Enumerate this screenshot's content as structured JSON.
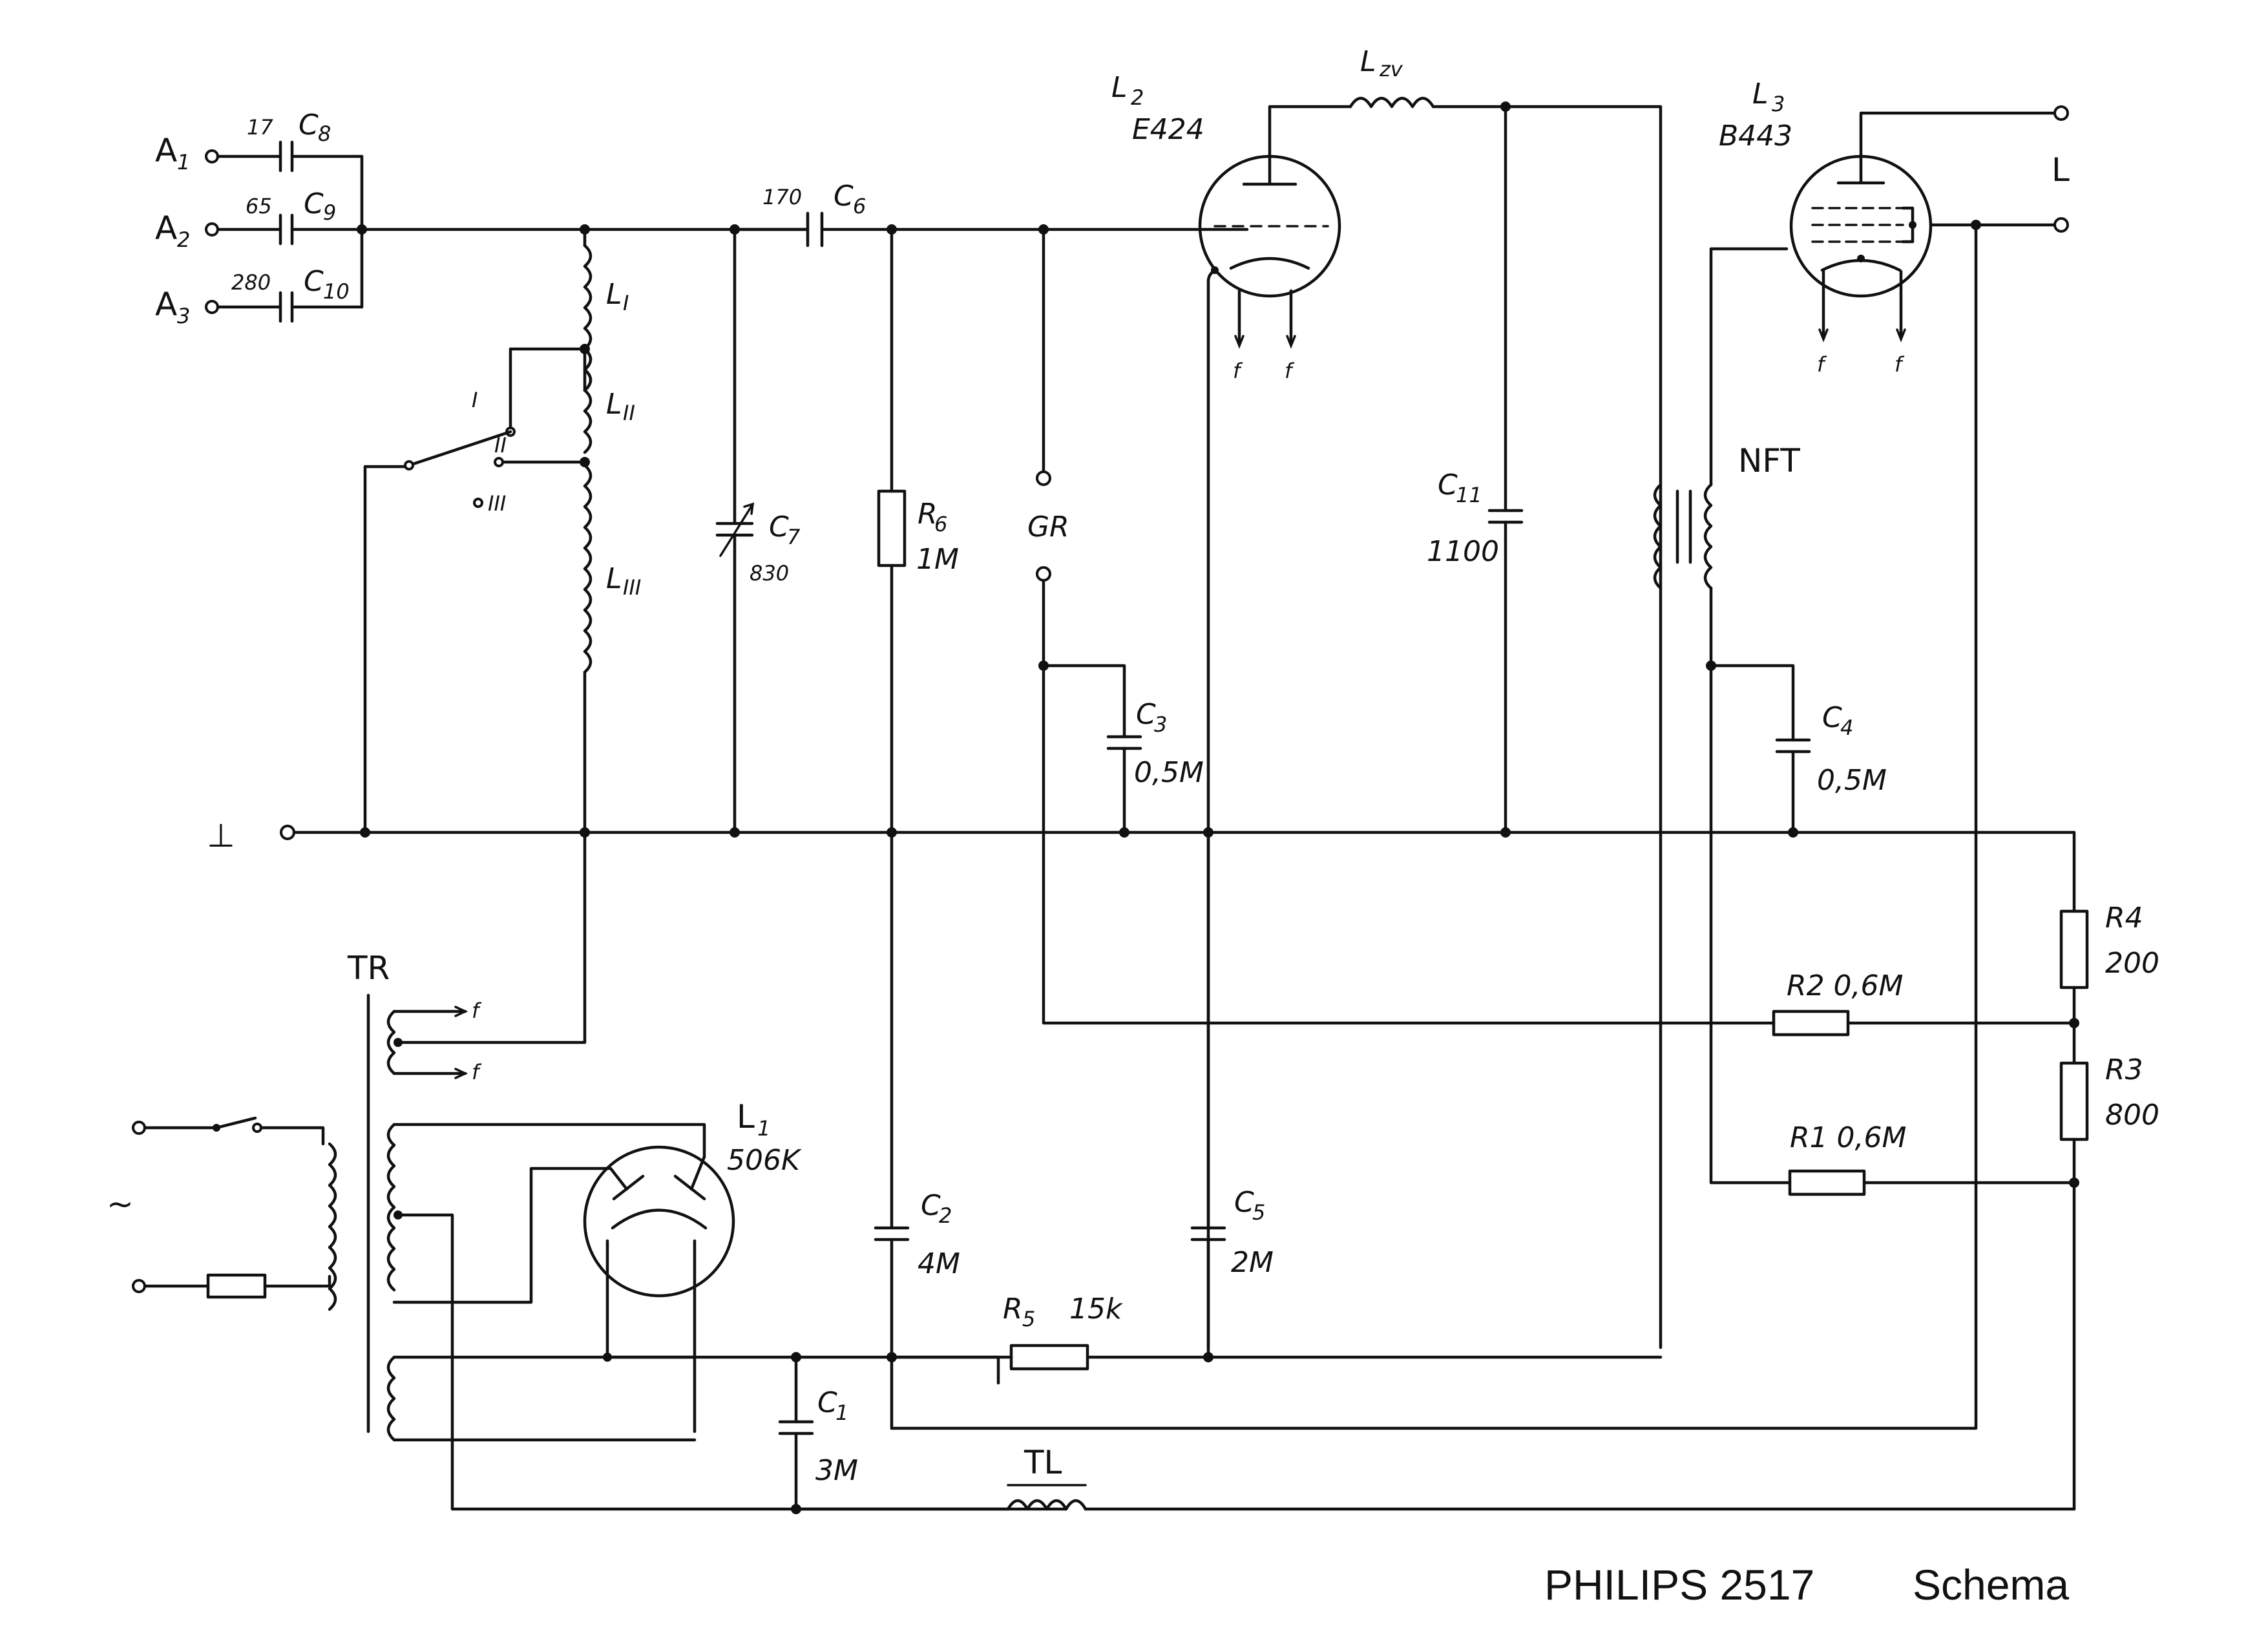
{
  "footer": {
    "model": "PHILIPS 2517",
    "kind": "Schema"
  },
  "antenna": {
    "a1": "A",
    "a1_sub": "1",
    "a2": "A",
    "a2_sub": "2",
    "a3": "A",
    "a3_sub": "3",
    "c8_val": "17",
    "c8": "C",
    "c8_sub": "8",
    "c9_val": "65",
    "c9": "C",
    "c9_sub": "9",
    "c10_val": "280",
    "c10": "C",
    "c10_sub": "10"
  },
  "coils": {
    "l1": "L",
    "l1_sub": "I",
    "l2": "L",
    "l2_sub": "II",
    "l3": "L",
    "l3_sub": "III",
    "sw1": "I",
    "sw2": "II",
    "sw3": "III"
  },
  "caps": {
    "c6_val": "170",
    "c6": "C",
    "c6_sub": "6",
    "c7": "C",
    "c7_sub": "7",
    "c7_val": "830",
    "c11": "C",
    "c11_sub": "11",
    "c11_val": "1100",
    "c3": "C",
    "c3_sub": "3",
    "c3_val": "0,5M",
    "c4": "C",
    "c4_sub": "4",
    "c4_val": "0,5M",
    "c2": "C",
    "c2_sub": "2",
    "c2_val": "4M",
    "c5": "C",
    "c5_sub": "5",
    "c5_val": "2M",
    "c1": "C",
    "c1_sub": "1",
    "c1_val": "3M"
  },
  "resistors": {
    "r6": "R",
    "r6_sub": "6",
    "r6_val": "1M",
    "r4": "R4",
    "r4_val": "200",
    "r3": "R3",
    "r3_val": "800",
    "r2": "R2  0,6M",
    "r1": "R1  0,6M",
    "r5": "R",
    "r5_sub": "5",
    "r5_val": "15k"
  },
  "tubes": {
    "l2": "L",
    "l2_sub": "2",
    "l2_type": "E424",
    "l3": "L",
    "l3_sub": "3",
    "l3_type": "B443",
    "l1": "L",
    "l1_sub": "1",
    "l1_type": "506K",
    "f": "f"
  },
  "misc": {
    "lzv": "L",
    "lzv_sub": "zv",
    "gr": "GR",
    "nft": "NFT",
    "speaker": "L",
    "ground": "⊥",
    "tr": "TR",
    "tl": "TL",
    "mains": "~"
  }
}
